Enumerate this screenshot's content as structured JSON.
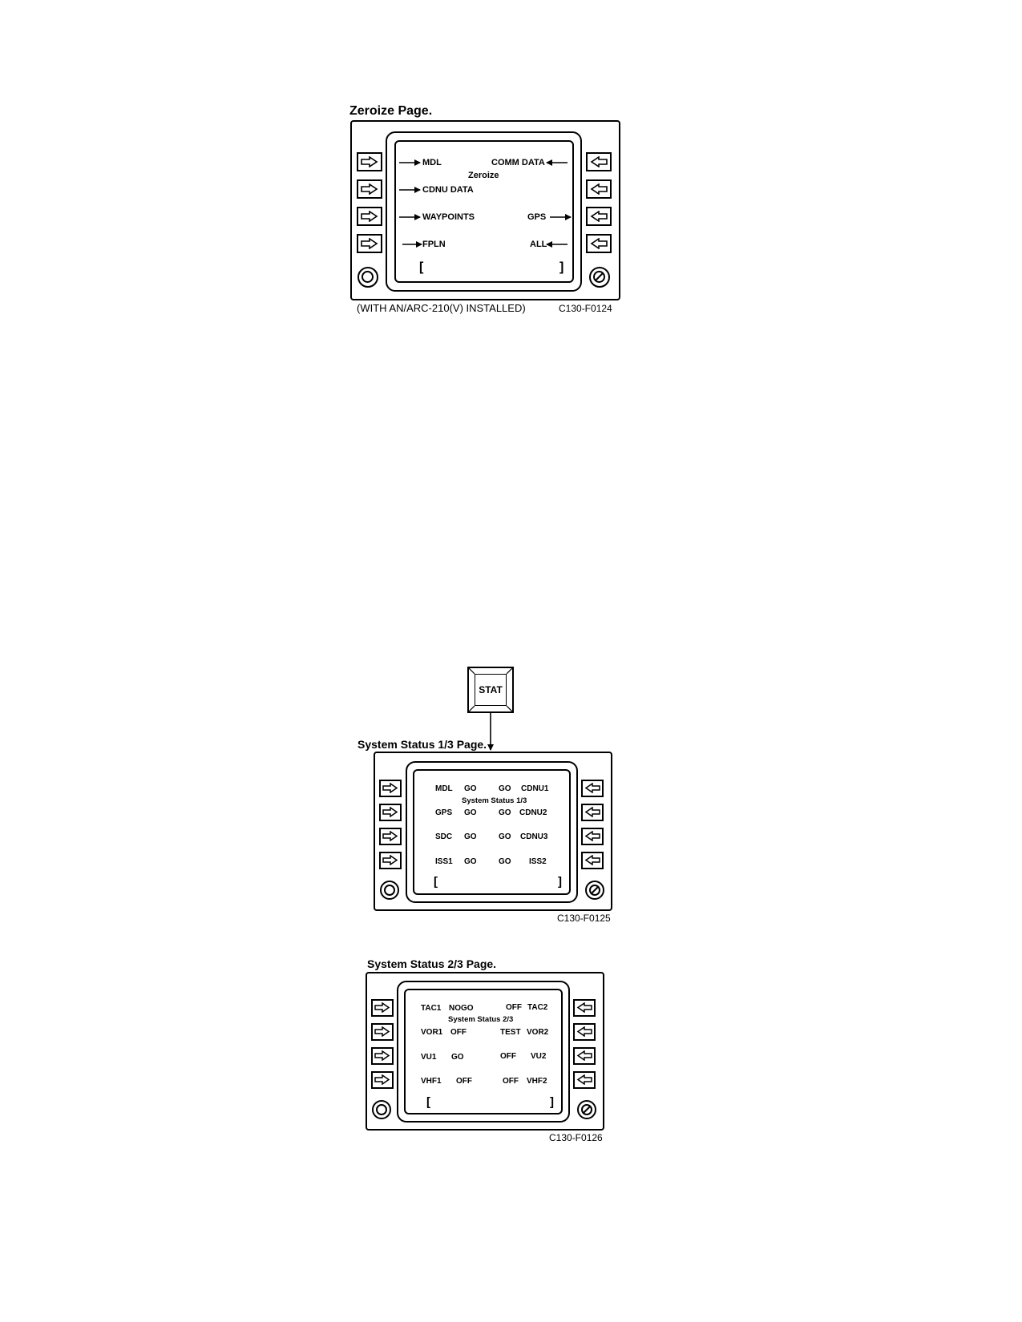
{
  "zeroize": {
    "title": "Zeroize Page.",
    "screen_title": "Zeroize",
    "left_labels": [
      "MDL",
      "CDNU DATA",
      "WAYPOINTS",
      "FPLN"
    ],
    "right_labels": [
      "COMM DATA",
      "",
      "GPS",
      "ALL"
    ],
    "scratch_open": "[",
    "scratch_close": "]",
    "caption": "(WITH AN/ARC-210(V) INSTALLED)",
    "figure_id": "C130-F0124"
  },
  "stat_button": {
    "label": "STAT"
  },
  "status1": {
    "title": "System Status 1/3 Page.",
    "screen_title": "System Status 1/3",
    "rows": [
      {
        "left": "MDL",
        "left_val": "GO",
        "right_val": "GO",
        "right": "CDNU1"
      },
      {
        "left": "GPS",
        "left_val": "GO",
        "right_val": "GO",
        "right": "CDNU2"
      },
      {
        "left": "SDC",
        "left_val": "GO",
        "right_val": "GO",
        "right": "CDNU3"
      },
      {
        "left": "ISS1",
        "left_val": "GO",
        "right_val": "GO",
        "right": "ISS2"
      }
    ],
    "scratch_open": "[",
    "scratch_close": "]",
    "figure_id": "C130-F0125"
  },
  "status2": {
    "title": "System Status 2/3 Page.",
    "screen_title": "System Status 2/3",
    "rows": [
      {
        "left": "TAC1",
        "left_val": "NOGO",
        "right_val": "OFF",
        "right": "TAC2"
      },
      {
        "left": "VOR1",
        "left_val": "OFF",
        "right_val": "TEST",
        "right": "VOR2"
      },
      {
        "left": "VU1",
        "left_val": "GO",
        "right_val": "OFF",
        "right": "VU2"
      },
      {
        "left": "VHF1",
        "left_val": "OFF",
        "right_val": "OFF",
        "right": "VHF2"
      }
    ],
    "scratch_open": "[",
    "scratch_close": "]",
    "figure_id": "C130-F0126"
  }
}
